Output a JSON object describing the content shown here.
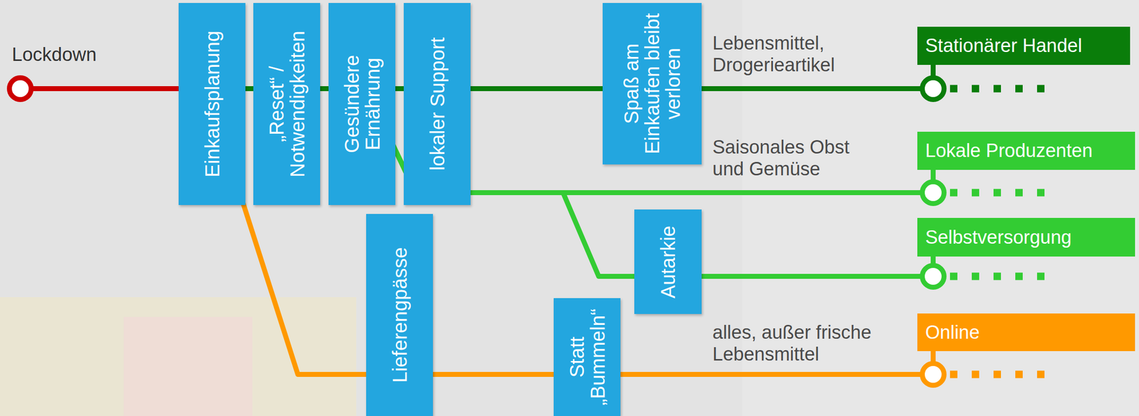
{
  "diagram": {
    "nodes": [
      {
        "text": [
          "Lockdown"
        ]
      },
      {
        "text": [
          "Einkaufsplanung"
        ]
      },
      {
        "text": [
          "„Reset“ / Notwendigkeiten"
        ]
      },
      {
        "text": [
          "Gesündere Ernährung"
        ]
      },
      {
        "text": [
          "lokaler Support"
        ]
      },
      {
        "text": [
          "Lieferengpässe"
        ]
      },
      {
        "text": [
          "Spaß am Einkaufen bleibt verloren"
        ]
      },
      {
        "text": [
          "Statt „Bummeln“"
        ]
      },
      {
        "text": [
          "Autarkie"
        ]
      },
      {
        "text": [
          "Stationärer Handel"
        ]
      },
      {
        "text": [
          "Lokale Produzenten"
        ]
      },
      {
        "text": [
          "Selbstversorgung"
        ]
      },
      {
        "text": [
          "Online"
        ]
      }
    ],
    "edges": [
      {
        "from": 0,
        "to": 9,
        "arrow": "none"
      },
      {
        "from": 0,
        "to": 10,
        "arrow": "none"
      },
      {
        "from": 0,
        "to": 11,
        "arrow": "none"
      },
      {
        "from": 0,
        "to": 12,
        "arrow": "none"
      }
    ],
    "labels": [
      "Lebensmittel, Drogerieartikel",
      "Saisonales Obst und Gemüse",
      "alles, außer frische Lebensmittel"
    ]
  }
}
